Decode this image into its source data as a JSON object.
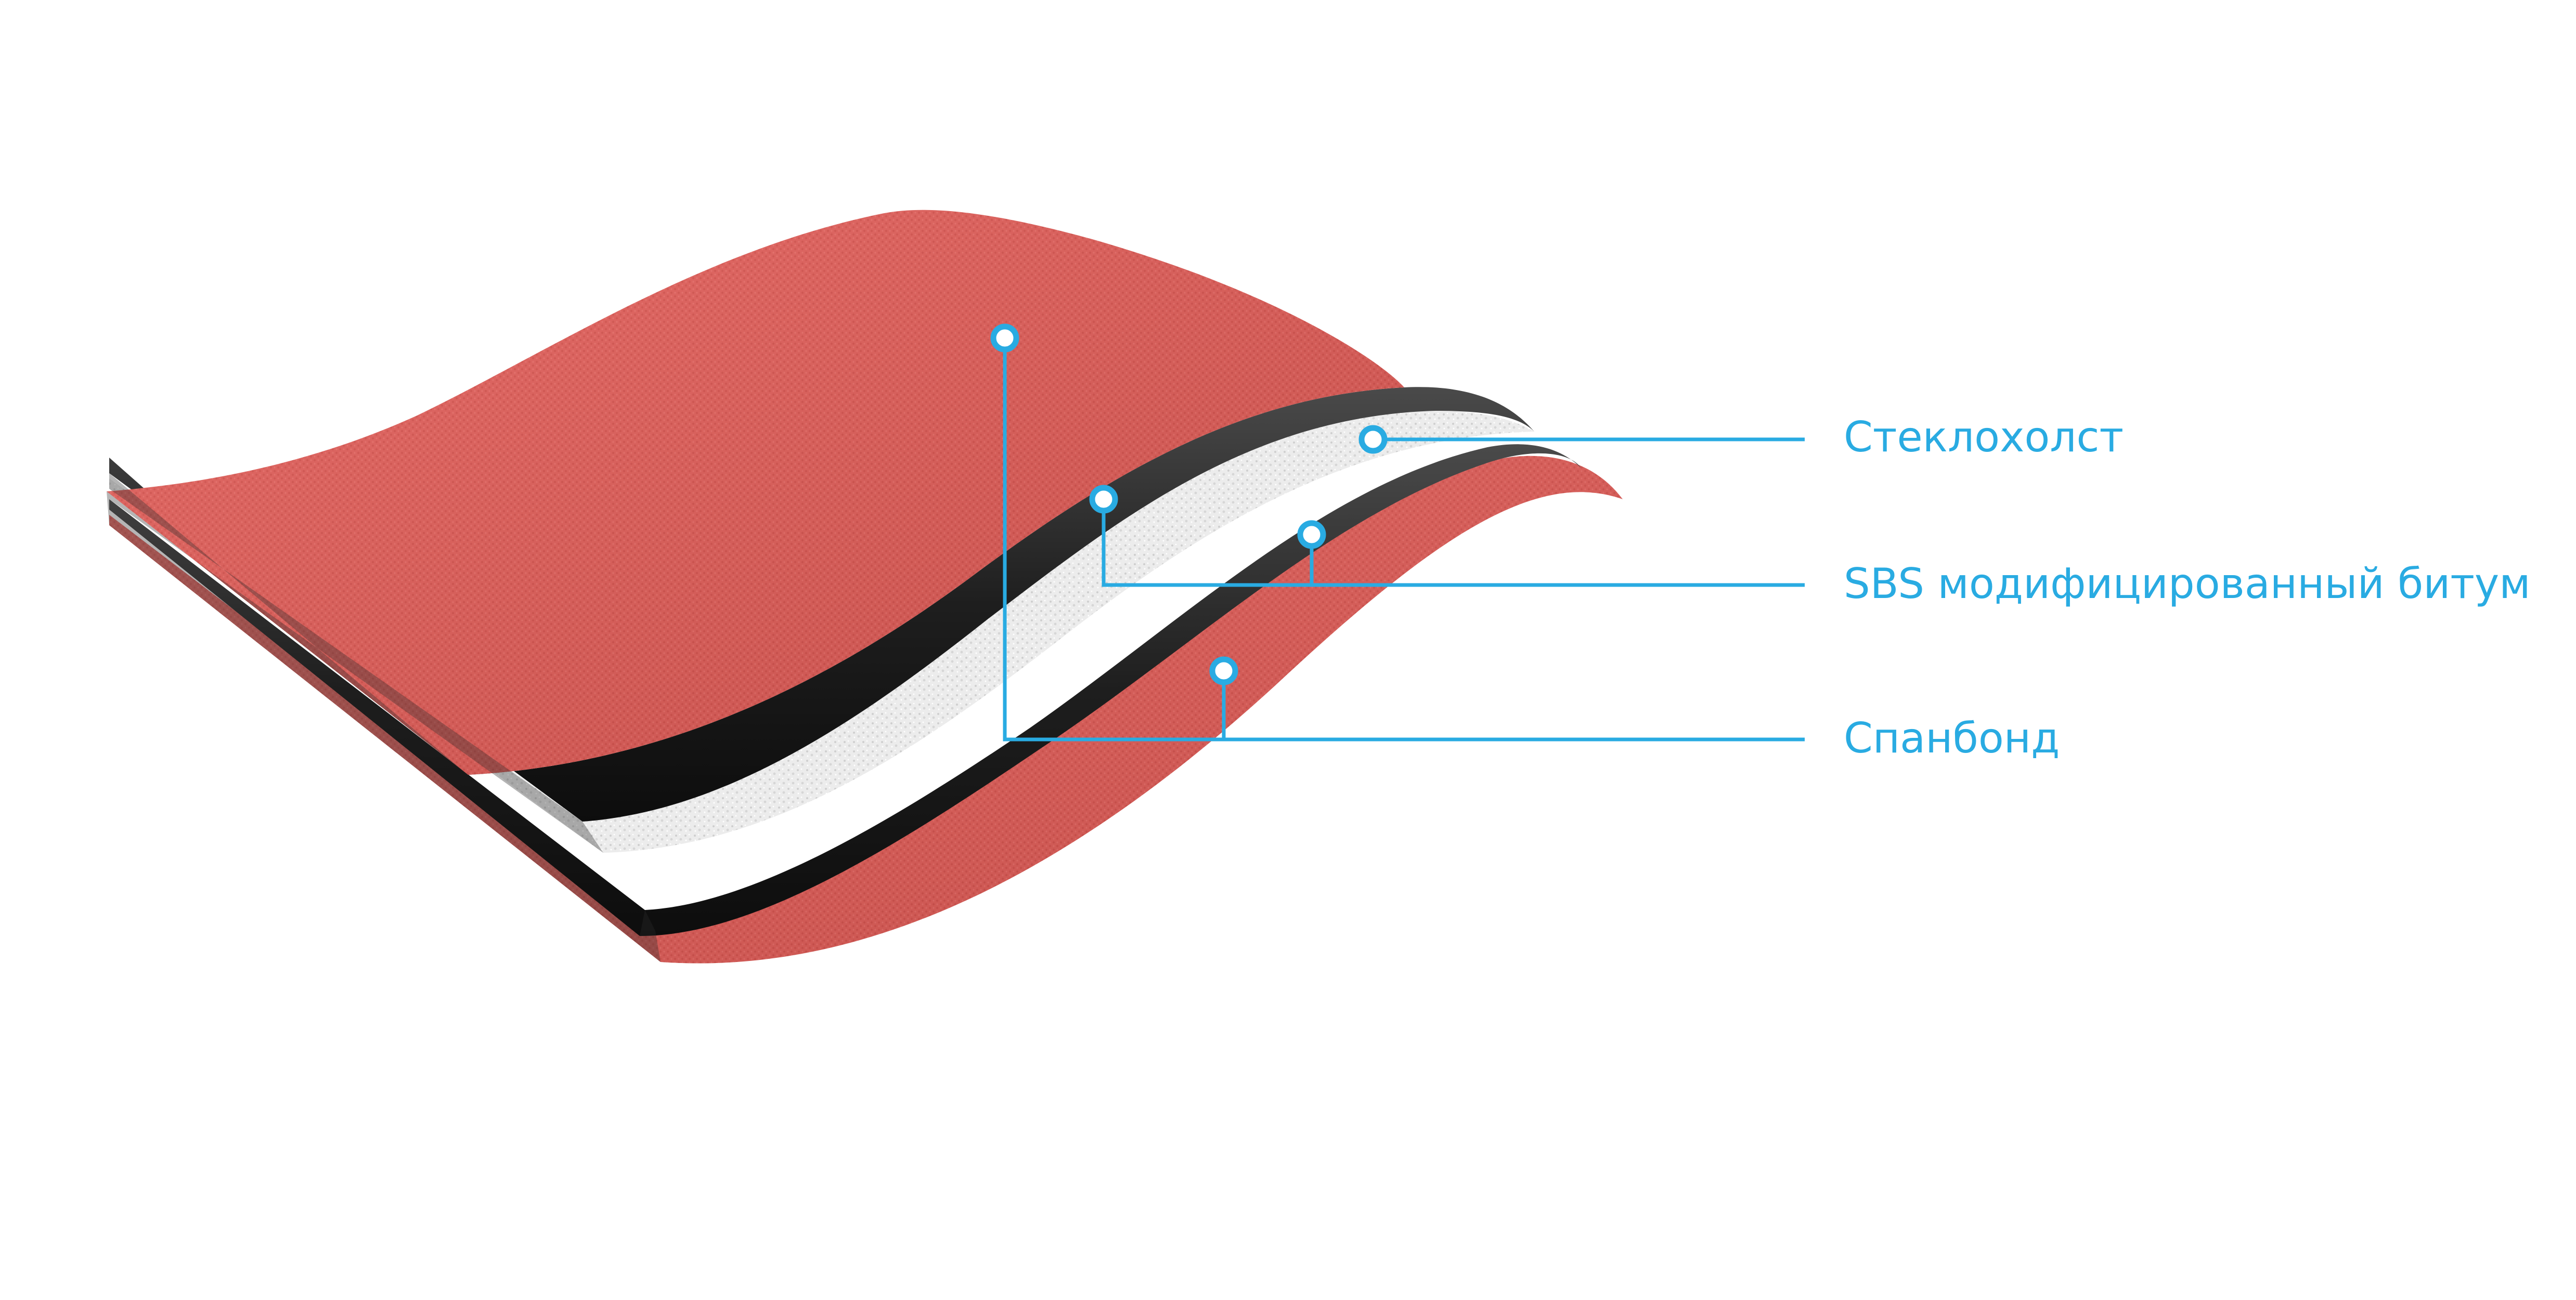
{
  "layers": [
    {
      "id": "glass",
      "label": "Стеклохолст"
    },
    {
      "id": "bitumen",
      "label": "SBS модифицированный битум"
    },
    {
      "id": "spunbond",
      "label": "Спанбонд"
    }
  ],
  "colors": {
    "accent": "#29abe2",
    "membrane_red": "#e05b56",
    "bitumen_black": "#1c1c1c",
    "glass_white": "#efefef"
  }
}
